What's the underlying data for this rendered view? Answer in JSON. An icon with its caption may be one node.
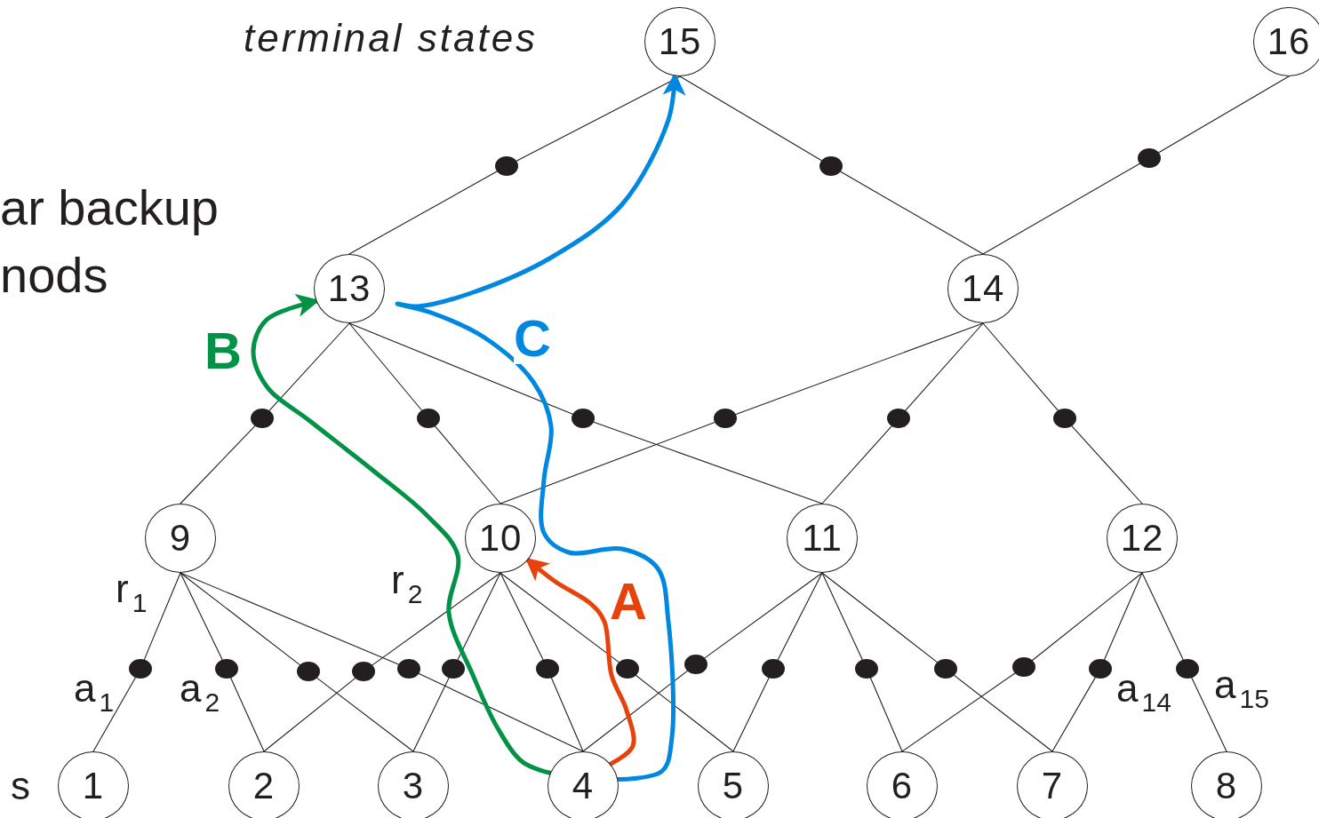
{
  "diagram": {
    "nodes": [
      {
        "text": [
          "15"
        ]
      },
      {
        "text": [
          "16"
        ]
      },
      {
        "text": [],
        "shape": "circle"
      },
      {
        "text": [],
        "shape": "circle"
      },
      {
        "text": [],
        "shape": "circle"
      },
      {
        "text": [
          "13"
        ]
      },
      {
        "text": [
          "14"
        ]
      },
      {
        "text": [],
        "shape": "circle"
      },
      {
        "text": [],
        "shape": "circle"
      },
      {
        "text": [],
        "shape": "circle"
      },
      {
        "text": [],
        "shape": "circle"
      },
      {
        "text": [],
        "shape": "circle"
      },
      {
        "text": [],
        "shape": "circle"
      },
      {
        "text": [
          "9"
        ]
      },
      {
        "text": [
          "10"
        ]
      },
      {
        "text": [
          "11"
        ]
      },
      {
        "text": [
          "12"
        ]
      },
      {
        "text": [],
        "shape": "circle"
      },
      {
        "text": [],
        "shape": "circle"
      },
      {
        "text": [],
        "shape": "circle"
      },
      {
        "text": [],
        "shape": "circle"
      },
      {
        "text": [],
        "shape": "circle"
      },
      {
        "text": [],
        "shape": "circle"
      },
      {
        "text": [],
        "shape": "circle"
      },
      {
        "text": [],
        "shape": "circle"
      },
      {
        "text": [],
        "shape": "circle"
      },
      {
        "text": [],
        "shape": "circle"
      },
      {
        "text": [],
        "shape": "circle"
      },
      {
        "text": [],
        "shape": "circle"
      },
      {
        "text": [],
        "shape": "circle"
      },
      {
        "text": [],
        "shape": "circle"
      },
      {
        "text": [],
        "shape": "circle"
      },
      {
        "text": [
          "1"
        ]
      },
      {
        "text": [
          "2"
        ]
      },
      {
        "text": [
          "3"
        ]
      },
      {
        "text": [
          "4"
        ]
      },
      {
        "text": [
          "5"
        ]
      },
      {
        "text": [
          "6"
        ]
      },
      {
        "text": [
          "7"
        ]
      },
      {
        "text": [
          "8"
        ]
      }
    ],
    "edges": [
      {
        "from": 13,
        "to": 17,
        "arrow": "none"
      },
      {
        "from": 17,
        "to": 32,
        "arrow": "none"
      },
      {
        "from": 13,
        "to": 18,
        "arrow": "none"
      },
      {
        "from": 18,
        "to": 33,
        "arrow": "none"
      },
      {
        "from": 13,
        "to": 19,
        "arrow": "none"
      },
      {
        "from": 19,
        "to": 34,
        "arrow": "none"
      },
      {
        "from": 13,
        "to": 21,
        "arrow": "none"
      },
      {
        "from": 21,
        "to": 35,
        "arrow": "none"
      },
      {
        "from": 14,
        "to": 20,
        "arrow": "none"
      },
      {
        "from": 20,
        "to": 33,
        "arrow": "none"
      },
      {
        "from": 14,
        "to": 22,
        "arrow": "none"
      },
      {
        "from": 22,
        "to": 34,
        "arrow": "none"
      },
      {
        "from": 14,
        "to": 23,
        "arrow": "none"
      },
      {
        "from": 23,
        "to": 35,
        "arrow": "none"
      },
      {
        "from": 14,
        "to": 24,
        "arrow": "none"
      },
      {
        "from": 24,
        "to": 36,
        "arrow": "none"
      },
      {
        "from": 15,
        "to": 25,
        "arrow": "none"
      },
      {
        "from": 25,
        "to": 35,
        "arrow": "none"
      },
      {
        "from": 15,
        "to": 26,
        "arrow": "none"
      },
      {
        "from": 26,
        "to": 36,
        "arrow": "none"
      },
      {
        "from": 15,
        "to": 27,
        "arrow": "none"
      },
      {
        "from": 27,
        "to": 37,
        "arrow": "none"
      },
      {
        "from": 15,
        "to": 28,
        "arrow": "none"
      },
      {
        "from": 28,
        "to": 38,
        "arrow": "none"
      },
      {
        "from": 16,
        "to": 29,
        "arrow": "none"
      },
      {
        "from": 29,
        "to": 37,
        "arrow": "none"
      },
      {
        "from": 16,
        "to": 30,
        "arrow": "none"
      },
      {
        "from": 30,
        "to": 38,
        "arrow": "none"
      },
      {
        "from": 16,
        "to": 31,
        "arrow": "none"
      },
      {
        "from": 31,
        "to": 39,
        "arrow": "none"
      },
      {
        "from": 5,
        "to": 7,
        "arrow": "none"
      },
      {
        "from": 7,
        "to": 13,
        "arrow": "none"
      },
      {
        "from": 5,
        "to": 8,
        "arrow": "none"
      },
      {
        "from": 8,
        "to": 14,
        "arrow": "none"
      },
      {
        "from": 5,
        "to": 9,
        "arrow": "none"
      },
      {
        "from": 9,
        "to": 15,
        "arrow": "none"
      },
      {
        "from": 6,
        "to": 10,
        "arrow": "none"
      },
      {
        "from": 10,
        "to": 14,
        "arrow": "none"
      },
      {
        "from": 6,
        "to": 11,
        "arrow": "none"
      },
      {
        "from": 11,
        "to": 15,
        "arrow": "none"
      },
      {
        "from": 6,
        "to": 12,
        "arrow": "none"
      },
      {
        "from": 12,
        "to": 16,
        "arrow": "none"
      },
      {
        "from": 5,
        "to": 2,
        "arrow": "none"
      },
      {
        "from": 2,
        "to": 0,
        "arrow": "none"
      },
      {
        "from": 6,
        "to": 3,
        "arrow": "none"
      },
      {
        "from": 3,
        "to": 0,
        "arrow": "none"
      },
      {
        "from": 6,
        "to": 4,
        "arrow": "none"
      },
      {
        "from": 4,
        "to": 1,
        "arrow": "none"
      },
      {
        "from": 35,
        "to": 14,
        "arrow": "to",
        "label": "A",
        "style": "thick",
        "color": "#e8420c"
      },
      {
        "from": 35,
        "to": 5,
        "arrow": "to",
        "label": "B",
        "style": "thick",
        "color": "#009245"
      },
      {
        "from": 35,
        "to": 0,
        "arrow": "to",
        "label": "C",
        "style": "thick",
        "color": "#0088e0"
      }
    ],
    "labels": [
      "terminal states",
      "ar backup nods",
      "r$_{1}$",
      "r$_{2}$",
      "a$_{1}$",
      "a$_{2}$",
      "a$_{14}$",
      "a$_{15}$",
      "s"
    ]
  }
}
